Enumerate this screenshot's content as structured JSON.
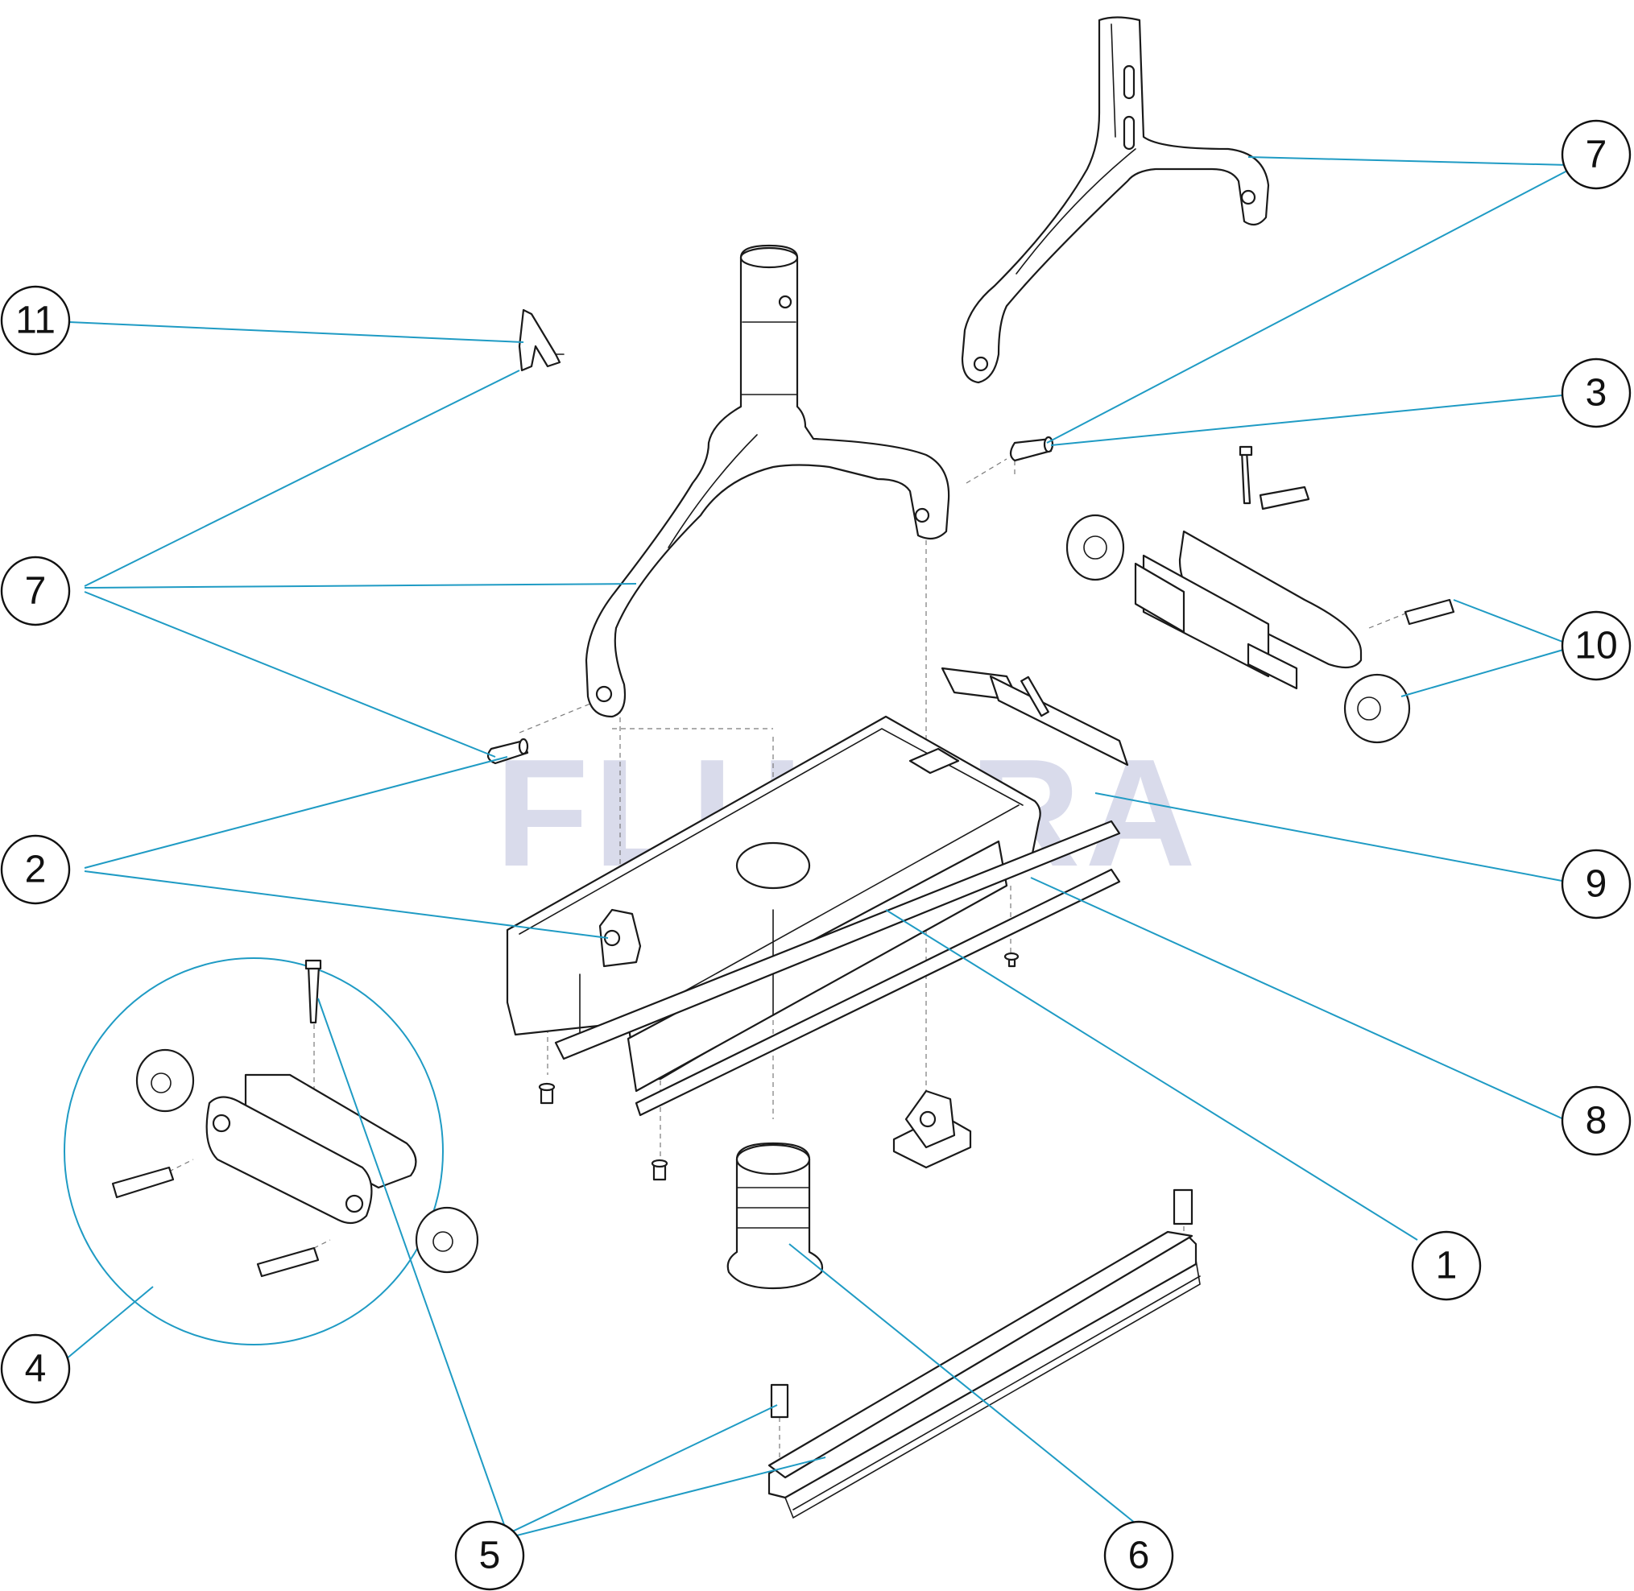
{
  "brand": {
    "watermark": "FLUIDRA",
    "leader_color": "#1f9bc4",
    "watermark_color": "#c9cce3"
  },
  "callouts": [
    {
      "id": "c11",
      "label": "11"
    },
    {
      "id": "c7a",
      "label": "7"
    },
    {
      "id": "c7b",
      "label": "7"
    },
    {
      "id": "c3",
      "label": "3"
    },
    {
      "id": "c10",
      "label": "10"
    },
    {
      "id": "c9",
      "label": "9"
    },
    {
      "id": "c2",
      "label": "2"
    },
    {
      "id": "c8",
      "label": "8"
    },
    {
      "id": "c1",
      "label": "1"
    },
    {
      "id": "c4",
      "label": "4"
    },
    {
      "id": "c5",
      "label": "5"
    },
    {
      "id": "c6",
      "label": "6"
    }
  ]
}
